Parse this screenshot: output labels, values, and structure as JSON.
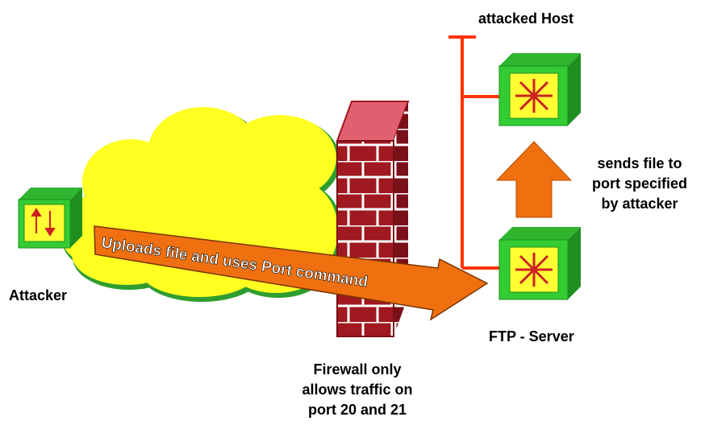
{
  "labels": {
    "attacked_host": "attacked Host",
    "attacker": "Attacker",
    "ftp_server": "FTP - Server",
    "firewall": [
      "Firewall only",
      "allows traffic on",
      "port 20 and 21"
    ],
    "sends_file": [
      "sends file to",
      "port specified",
      "by attacker"
    ],
    "upload_arrow": "Uploads file and uses Port command"
  },
  "colors": {
    "cloud": "#ffff22",
    "cloud_shadow": "#2f9d2f",
    "arrow": "#f07010",
    "network_line": "#ff3300",
    "brick": "#a01820",
    "brick_light": "#e06070",
    "mortar": "#ffffff",
    "host_green": "#33cc33",
    "host_face": "#ffff33",
    "host_symbol": "#cc2222"
  },
  "icons": {
    "attacker": "transfer-arrows-icon",
    "server": "star-burst-icon"
  }
}
